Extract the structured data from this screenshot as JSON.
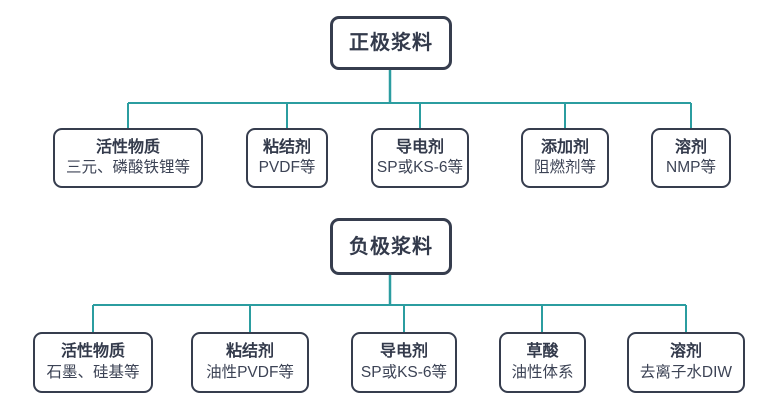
{
  "colors": {
    "connector": "#2b9da0",
    "node_border": "#363d4e",
    "node_text": "#333a4b",
    "node_bg": "#ffffff"
  },
  "trees": [
    {
      "root": {
        "label": "正极浆料"
      },
      "children": [
        {
          "title": "活性物质",
          "subtitle": "三元、磷酸铁锂等"
        },
        {
          "title": "粘结剂",
          "subtitle": "PVDF等"
        },
        {
          "title": "导电剂",
          "subtitle": "SP或KS-6等"
        },
        {
          "title": "添加剂",
          "subtitle": "阻燃剂等"
        },
        {
          "title": "溶剂",
          "subtitle": "NMP等"
        }
      ]
    },
    {
      "root": {
        "label": "负极浆料"
      },
      "children": [
        {
          "title": "活性物质",
          "subtitle": "石墨、硅基等"
        },
        {
          "title": "粘结剂",
          "subtitle": "油性PVDF等"
        },
        {
          "title": "导电剂",
          "subtitle": "SP或KS-6等"
        },
        {
          "title": "草酸",
          "subtitle": "油性体系"
        },
        {
          "title": "溶剂",
          "subtitle": "去离子水DIW"
        }
      ]
    }
  ]
}
